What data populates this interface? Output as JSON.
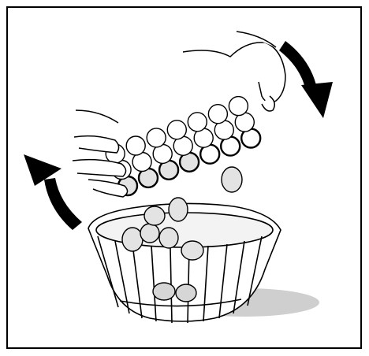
{
  "figure": {
    "kind": "instruction-illustration",
    "tray_cups_per_row": 7,
    "tray_rows": 3,
    "arrows": [
      "curved-arrow-down-right",
      "curved-arrow-up-left"
    ],
    "colors": {
      "line": "#000000",
      "paper": "#ffffff",
      "ice": "#e3e3e3",
      "shadow": "#cfcfcf"
    }
  }
}
